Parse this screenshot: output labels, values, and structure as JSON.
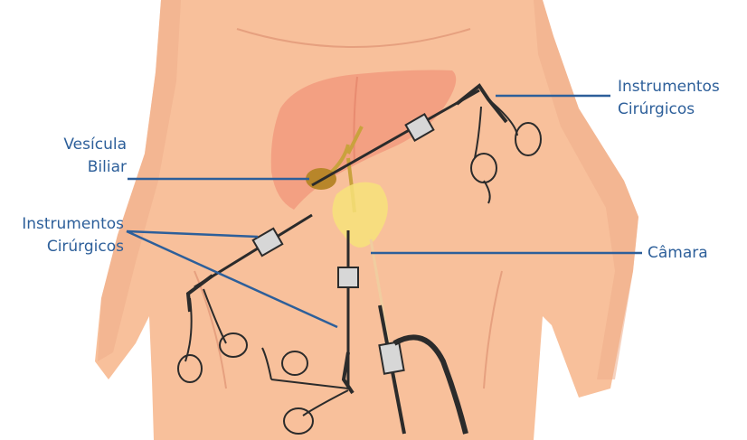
{
  "labels": {
    "vesicula_line1": "Vesícula",
    "vesicula_line2": "Biliar",
    "instr_left_line1": "Instrumentos",
    "instr_left_line2": "Cirúrgicos",
    "instr_right_line1": "Instrumentos",
    "instr_right_line2": "Cirúrgicos",
    "camera": "Câmara"
  },
  "colors": {
    "skin": "#f8c09b",
    "skin_shadow": "#eea785",
    "liver": "#f29a7e",
    "gallbladder": "#b8862a",
    "camera_light": "#f7e27a",
    "callout": "#2d5f9a",
    "instrument": "#2b2b2b"
  }
}
